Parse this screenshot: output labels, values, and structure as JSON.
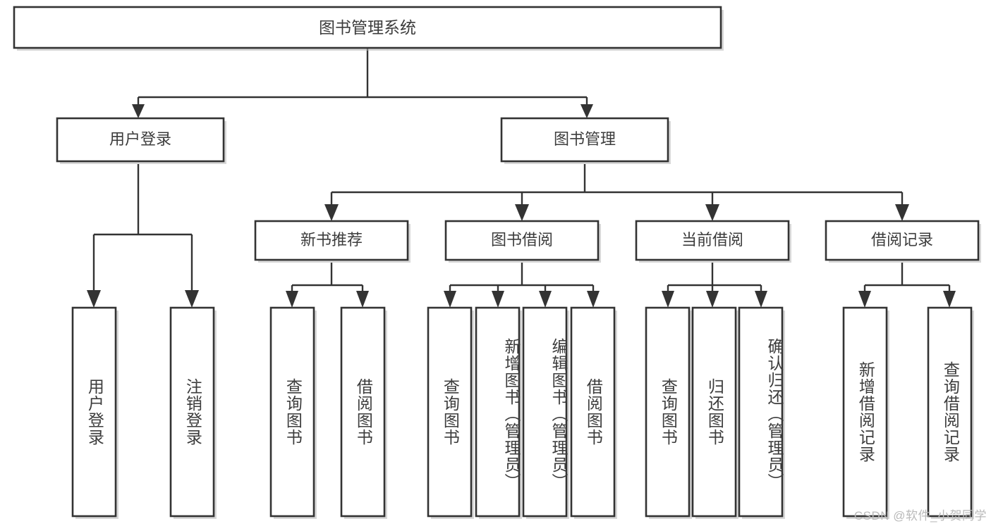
{
  "diagram": {
    "type": "tree-hierarchy",
    "title": "图书管理系统",
    "orientation": "top-down",
    "colors": {
      "stroke": "#333333",
      "fill": "#ffffff",
      "text": "#3c3c3c",
      "watermark": "#b9b9b9"
    },
    "root": {
      "label": "图书管理系统"
    },
    "level1": [
      {
        "label": "用户登录"
      },
      {
        "label": "图书管理"
      }
    ],
    "level2": [
      {
        "label": "新书推荐"
      },
      {
        "label": "图书借阅"
      },
      {
        "label": "当前借阅"
      },
      {
        "label": "借阅记录"
      }
    ],
    "leaves": {
      "user_login": [
        {
          "label": "用户登录"
        },
        {
          "label": "注销登录"
        }
      ],
      "new_book_recommend": [
        {
          "label": "查询图书"
        },
        {
          "label": "借阅图书"
        }
      ],
      "book_borrow": [
        {
          "label": "查询图书"
        },
        {
          "label": "新增图书（管理员）"
        },
        {
          "label": "编辑图书（管理员）"
        },
        {
          "label": "借阅图书"
        }
      ],
      "current_borrow": [
        {
          "label": "查询图书"
        },
        {
          "label": "归还图书"
        },
        {
          "label": "确认归还（管理员）"
        }
      ],
      "borrow_record": [
        {
          "label": "新增借阅记录"
        },
        {
          "label": "查询借阅记录"
        }
      ]
    },
    "watermark": "CSDN @软件_小贺同学"
  }
}
